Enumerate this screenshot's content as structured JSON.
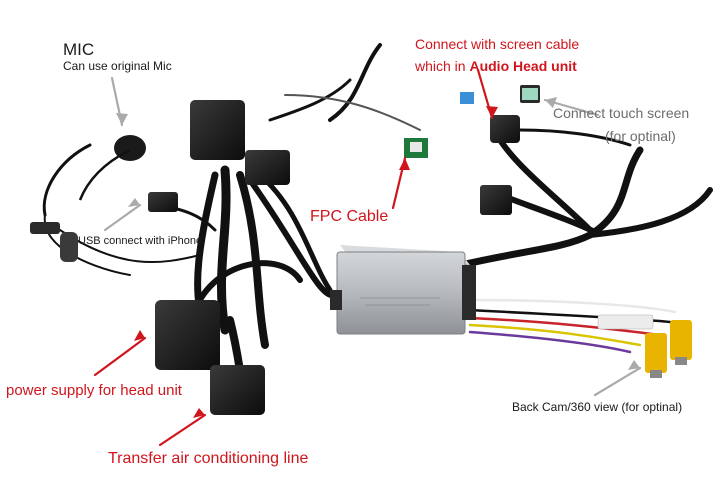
{
  "labels": {
    "mic_title": "MIC",
    "mic_subtitle": "Can use original Mic",
    "usb": "USB connect with iPhone",
    "fpc": "FPC Cable",
    "screen_line1": "Connect with screen cable",
    "screen_line2_prefix": "which in ",
    "screen_line2_bold": "Audio Head unit",
    "touch_line1": "Connect touch screen",
    "touch_line2": "(for optinal)",
    "power": "power supply for head unit",
    "air": "Transfer air conditioning line",
    "backcam": "Back Cam/360 view (for optinal)"
  },
  "colors": {
    "annotation_red": "#d0161d",
    "annotation_grey": "#6d6d6d",
    "annotation_dark": "#1a1a1a",
    "module_silver": "#b8bcc0",
    "cable_black": "#111111",
    "rca_yellow": "#e8b400"
  }
}
